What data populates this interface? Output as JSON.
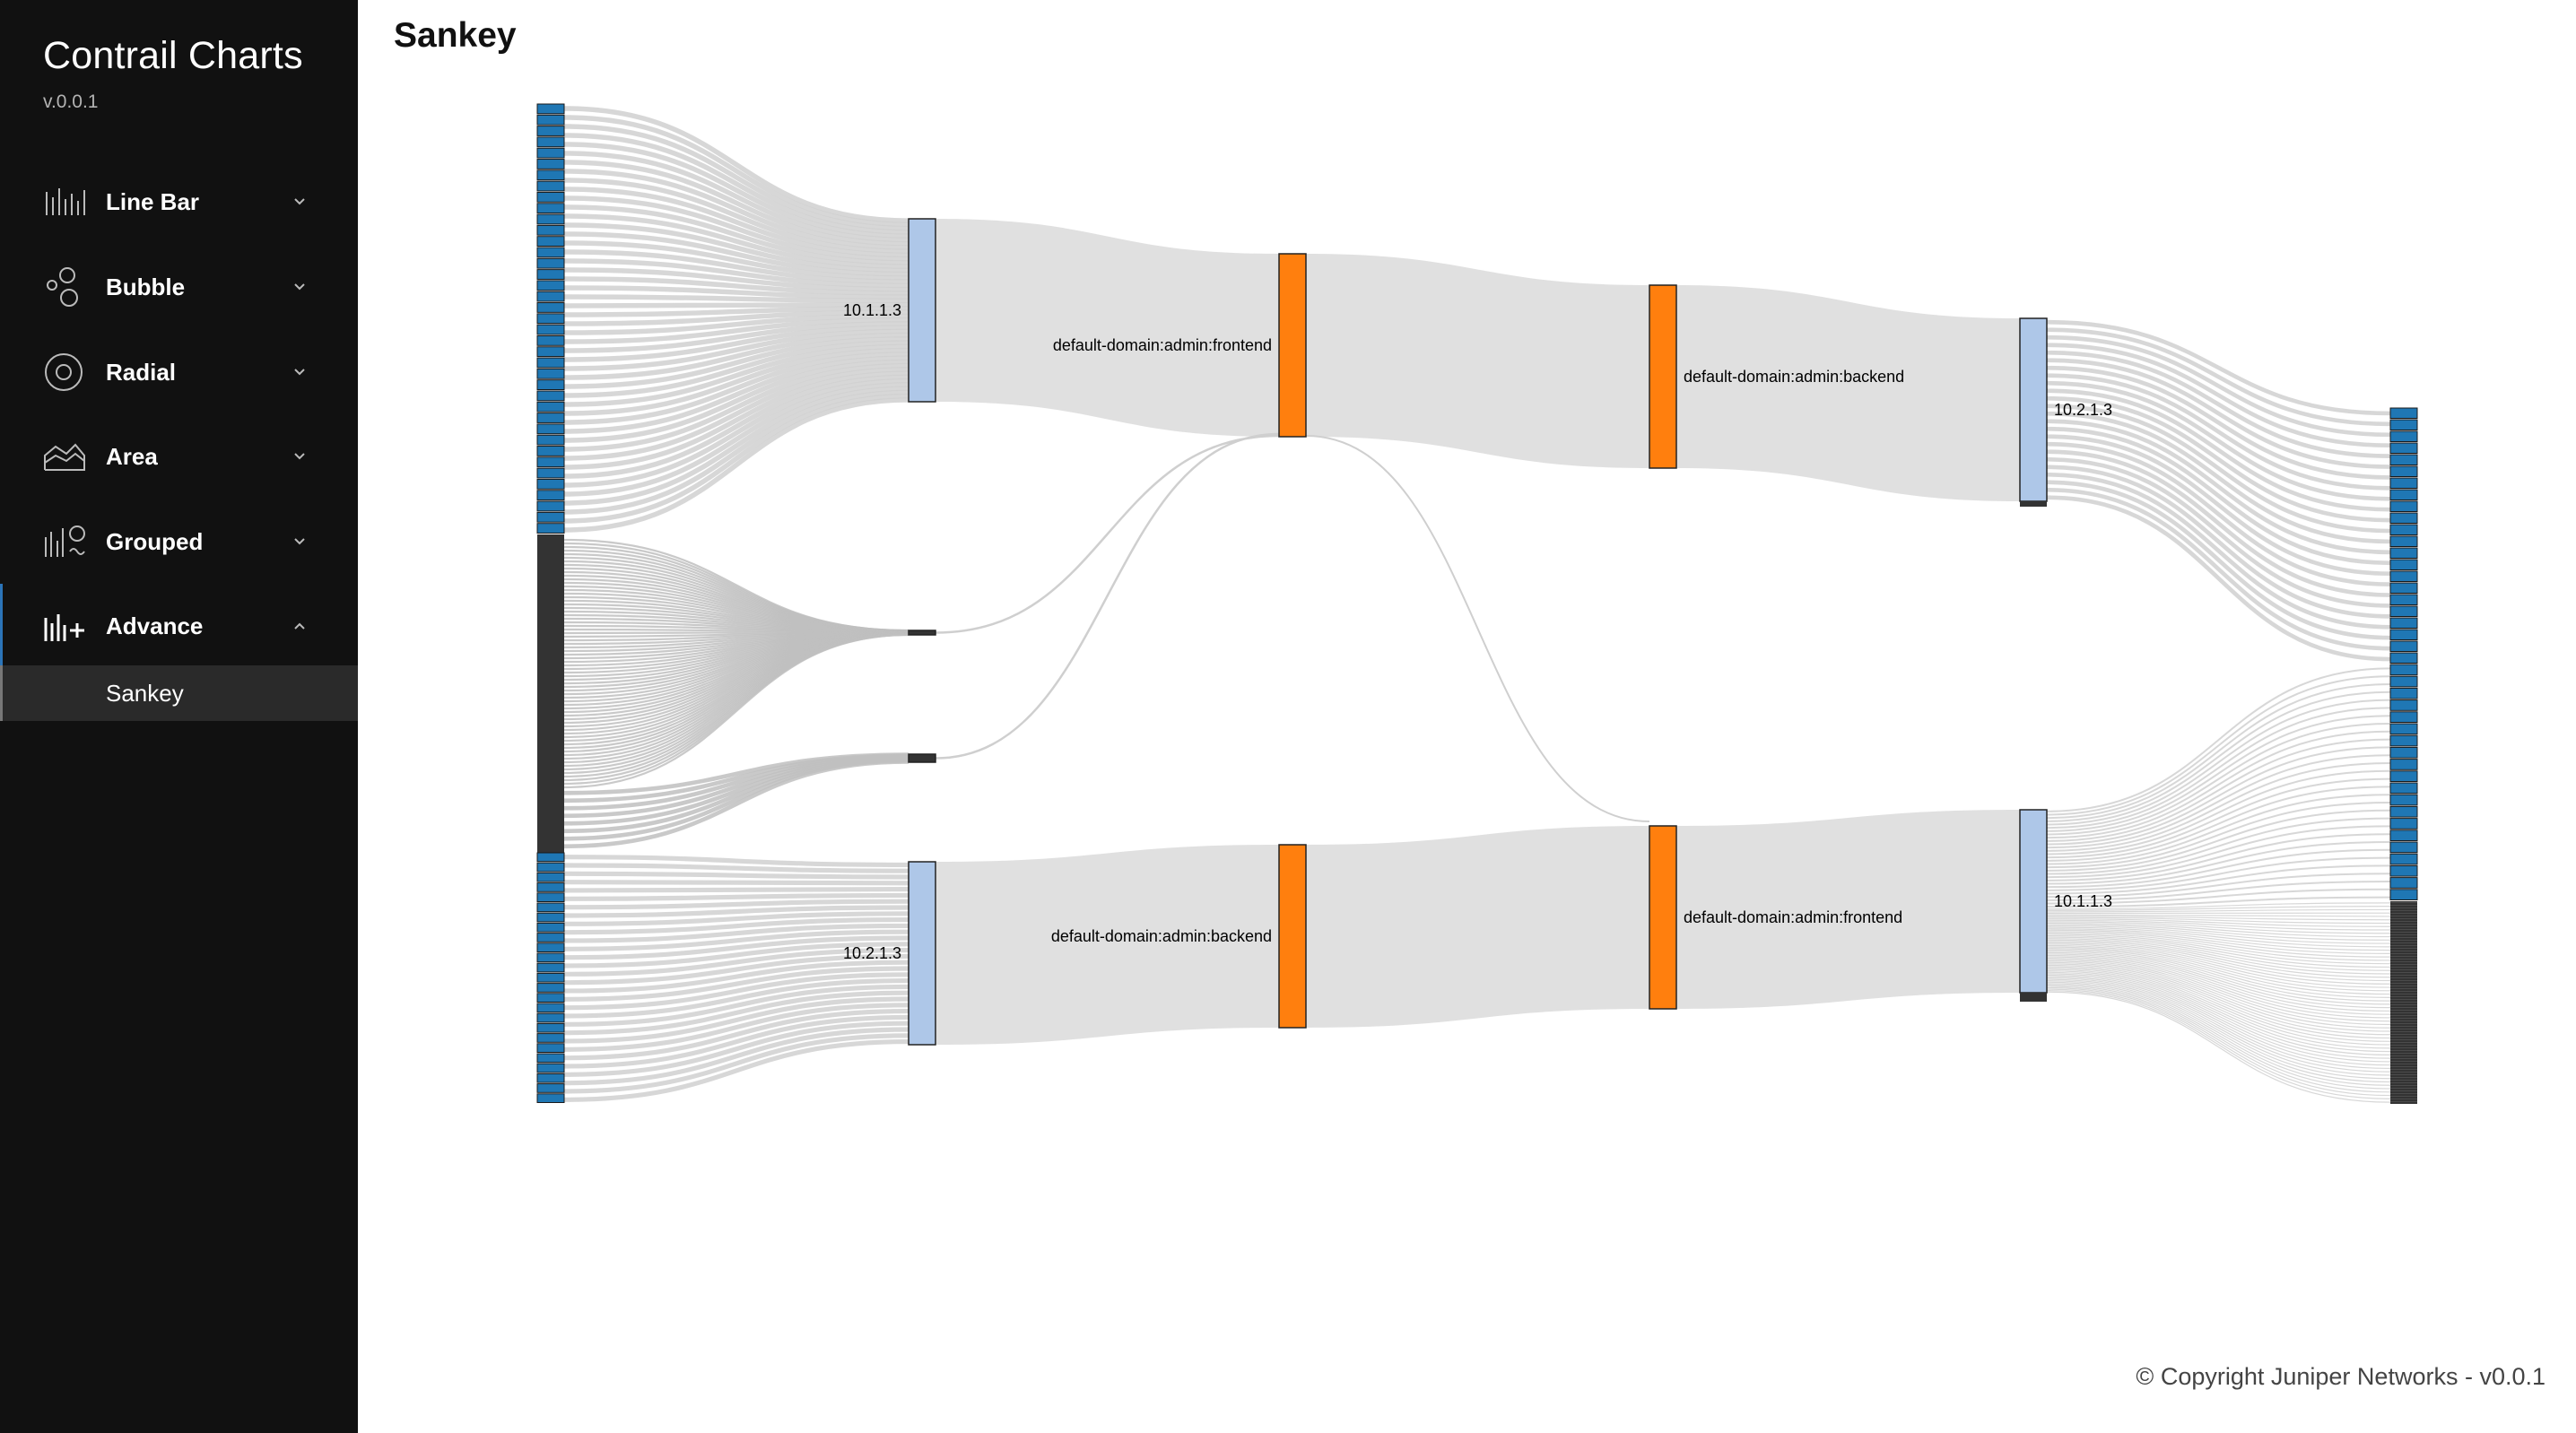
{
  "sidebar": {
    "title": "Contrail Charts",
    "version": "v.0.0.1",
    "items": [
      {
        "label": "Line Bar",
        "icon": "line-bar-icon",
        "expanded": false
      },
      {
        "label": "Bubble",
        "icon": "bubble-icon",
        "expanded": false
      },
      {
        "label": "Radial",
        "icon": "radial-icon",
        "expanded": false
      },
      {
        "label": "Area",
        "icon": "area-icon",
        "expanded": false
      },
      {
        "label": "Grouped",
        "icon": "grouped-icon",
        "expanded": false
      },
      {
        "label": "Advance",
        "icon": "advance-icon",
        "expanded": true
      }
    ],
    "subitems": [
      {
        "label": "Sankey",
        "active": true
      }
    ]
  },
  "page": {
    "title": "Sankey"
  },
  "colors": {
    "sidebar_bg": "#111111",
    "ip_node": "#aec7e8",
    "vn_node": "#ff7f0e",
    "port_node": "#1f77b4",
    "other_node": "#333333",
    "link": "#d0d0d0"
  },
  "chart_data": {
    "type": "sankey",
    "nodes": [
      {
        "id": "src-ports-a",
        "label": "",
        "level": 0,
        "kind": "port"
      },
      {
        "id": "src-other",
        "label": "",
        "level": 0,
        "kind": "other"
      },
      {
        "id": "src-ports-b",
        "label": "",
        "level": 0,
        "kind": "port"
      },
      {
        "id": "ip-10.1.1.3-left",
        "label": "10.1.1.3",
        "level": 1,
        "kind": "ip"
      },
      {
        "id": "minor-1",
        "label": "",
        "level": 1,
        "kind": "other"
      },
      {
        "id": "minor-2",
        "label": "",
        "level": 1,
        "kind": "other"
      },
      {
        "id": "ip-10.2.1.3-left",
        "label": "10.2.1.3",
        "level": 1,
        "kind": "ip"
      },
      {
        "id": "vn-frontend-left",
        "label": "default-domain:admin:frontend",
        "level": 2,
        "kind": "vn"
      },
      {
        "id": "vn-backend-left",
        "label": "default-domain:admin:backend",
        "level": 2,
        "kind": "vn"
      },
      {
        "id": "vn-backend-right",
        "label": "default-domain:admin:backend",
        "level": 3,
        "kind": "vn"
      },
      {
        "id": "vn-frontend-right",
        "label": "default-domain:admin:frontend",
        "level": 3,
        "kind": "vn"
      },
      {
        "id": "ip-10.2.1.3-right",
        "label": "10.2.1.3",
        "level": 4,
        "kind": "ip"
      },
      {
        "id": "ip-10.1.1.3-right",
        "label": "10.1.1.3",
        "level": 4,
        "kind": "ip"
      },
      {
        "id": "dst-ports-a",
        "label": "",
        "level": 5,
        "kind": "port"
      },
      {
        "id": "dst-ports-b",
        "label": "",
        "level": 5,
        "kind": "port"
      },
      {
        "id": "dst-other",
        "label": "",
        "level": 5,
        "kind": "other"
      }
    ],
    "links": [
      {
        "source": "src-ports-a",
        "target": "ip-10.1.1.3-left",
        "value": 30
      },
      {
        "source": "src-other",
        "target": "minor-1",
        "value": 1
      },
      {
        "source": "src-other",
        "target": "minor-2",
        "value": 1
      },
      {
        "source": "src-ports-b",
        "target": "ip-10.2.1.3-left",
        "value": 30
      },
      {
        "source": "ip-10.1.1.3-left",
        "target": "vn-frontend-left",
        "value": 30
      },
      {
        "source": "minor-1",
        "target": "vn-frontend-left",
        "value": 1
      },
      {
        "source": "minor-2",
        "target": "vn-frontend-left",
        "value": 1
      },
      {
        "source": "ip-10.2.1.3-left",
        "target": "vn-backend-left",
        "value": 30
      },
      {
        "source": "vn-frontend-left",
        "target": "vn-backend-right",
        "value": 30
      },
      {
        "source": "vn-frontend-left",
        "target": "vn-frontend-right",
        "value": 1
      },
      {
        "source": "vn-backend-left",
        "target": "vn-frontend-right",
        "value": 30
      },
      {
        "source": "vn-backend-right",
        "target": "ip-10.2.1.3-right",
        "value": 30
      },
      {
        "source": "vn-frontend-right",
        "target": "ip-10.1.1.3-right",
        "value": 30
      },
      {
        "source": "ip-10.2.1.3-right",
        "target": "dst-ports-a",
        "value": 30
      },
      {
        "source": "ip-10.1.1.3-right",
        "target": "dst-ports-b",
        "value": 30
      },
      {
        "source": "ip-10.1.1.3-right",
        "target": "dst-other",
        "value": 30
      }
    ]
  },
  "footer": {
    "copyright": "© Copyright Juniper Networks - v0.0.1"
  }
}
